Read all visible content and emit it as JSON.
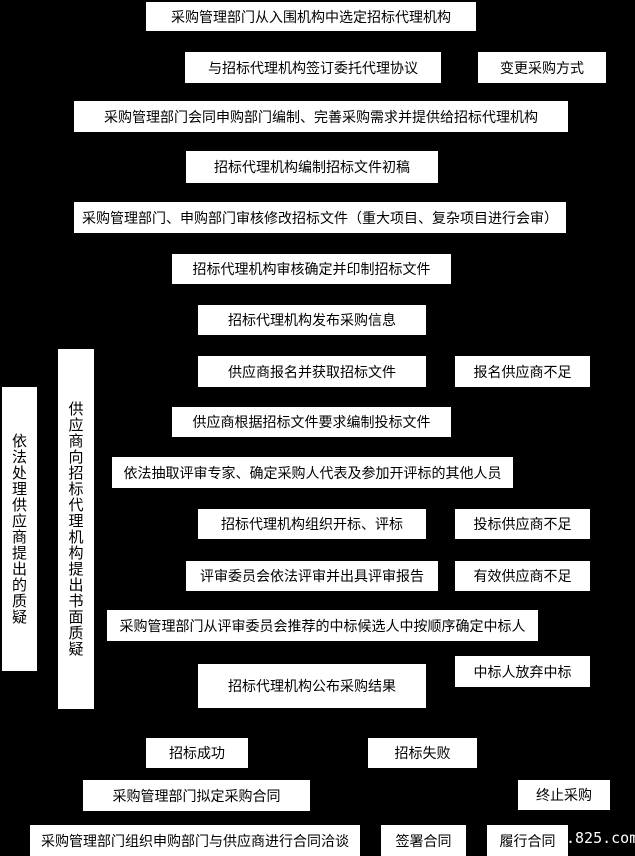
{
  "steps": [
    "采购管理部门从入围机构中选定招标代理机构",
    "与招标代理机构签订委托代理协议",
    "变更采购方式",
    "采购管理部门会同申购部门编制、完善采购需求并提供给招标代理机构",
    "招标代理机构编制招标文件初稿",
    "采购管理部门、申购部门审核修改招标文件（重大项目、复杂项目进行会审）",
    "招标代理机构审核确定并印制招标文件",
    "招标代理机构发布采购信息",
    "供应商报名并获取招标文件",
    "报名供应商不足",
    "供应商根据招标文件要求编制投标文件",
    "依法抽取评审专家、确定采购人代表及参加开评标的其他人员",
    "招标代理机构组织开标、评标",
    "投标供应商不足",
    "评审委员会依法评审并出具评审报告",
    "有效供应商不足",
    "采购管理部门从评审委员会推荐的中标候选人中按顺序确定中标人",
    "招标代理机构公布采购结果",
    "中标人放弃中标",
    "招标成功",
    "招标失败",
    "采购管理部门拟定采购合同",
    "终止采购",
    "采购管理部门组织申购部门与供应商进行合同洽谈",
    "签署合同",
    "履行合同"
  ],
  "side": {
    "handle": "依法处理供应商提出的质疑",
    "question": "供应商向招标代理机构提出书面质疑"
  },
  "watermark": ".825.com"
}
